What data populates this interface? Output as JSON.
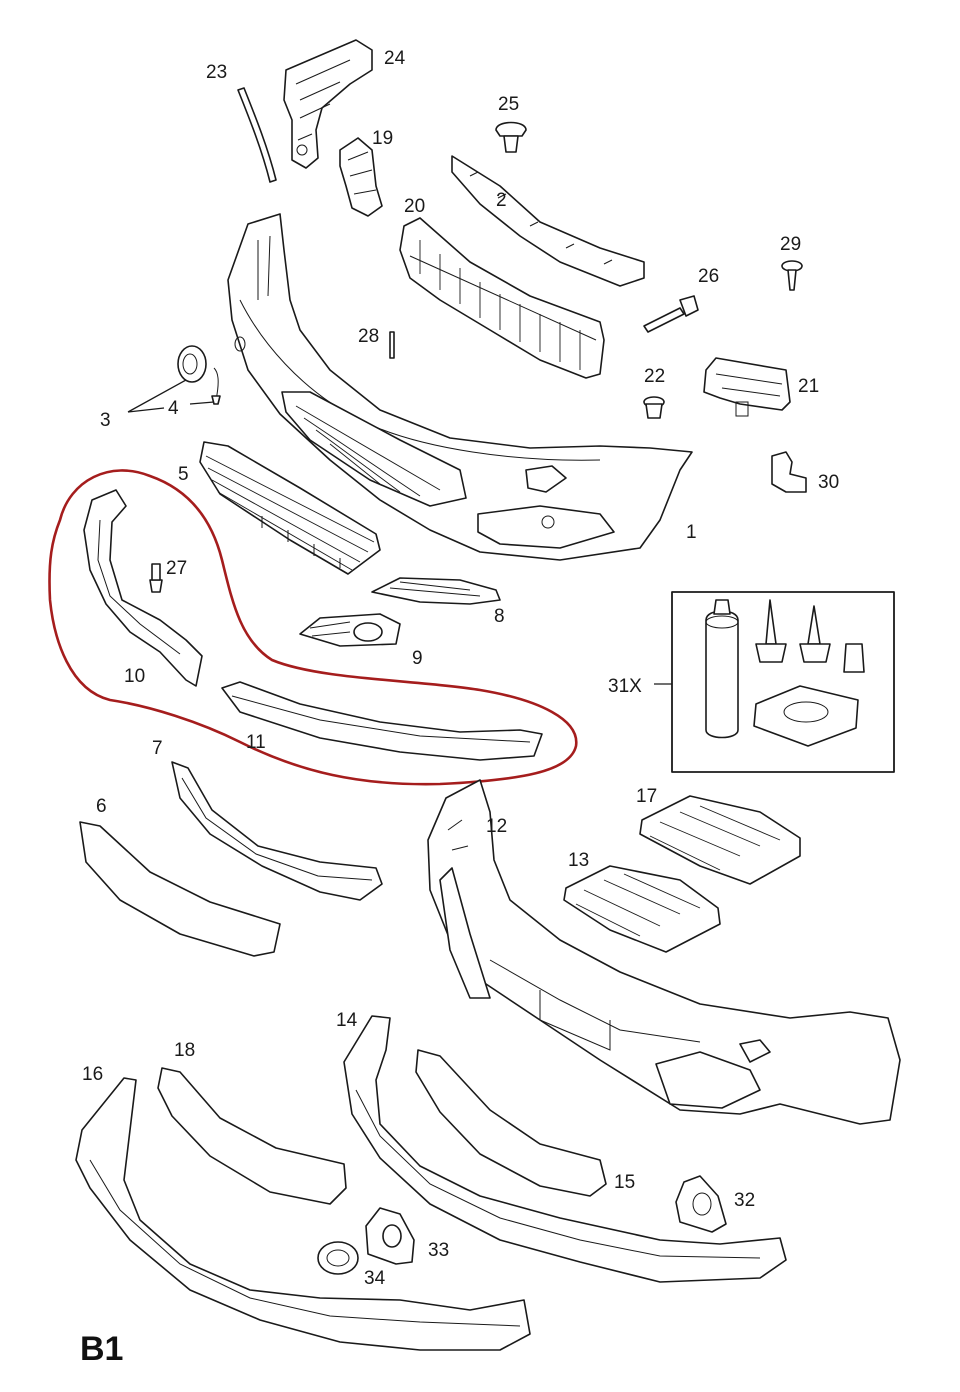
{
  "page": {
    "label": "B1"
  },
  "colors": {
    "line": "#1a1a1a",
    "highlight": "#a51d1d",
    "background": "#ffffff"
  },
  "callouts": {
    "c1": "1",
    "c2": "2",
    "c3": "3",
    "c4": "4",
    "c5": "5",
    "c6": "6",
    "c7": "7",
    "c8": "8",
    "c9": "9",
    "c10": "10",
    "c11": "11",
    "c12": "12",
    "c13": "13",
    "c14": "14",
    "c15": "15",
    "c16": "16",
    "c17": "17",
    "c18": "18",
    "c19": "19",
    "c20": "20",
    "c21": "21",
    "c22": "22",
    "c23": "23",
    "c24": "24",
    "c25": "25",
    "c26": "26",
    "c27": "27",
    "c28": "28",
    "c29": "29",
    "c30": "30",
    "c31": "31X",
    "c32": "32",
    "c33": "33",
    "c34": "34"
  }
}
